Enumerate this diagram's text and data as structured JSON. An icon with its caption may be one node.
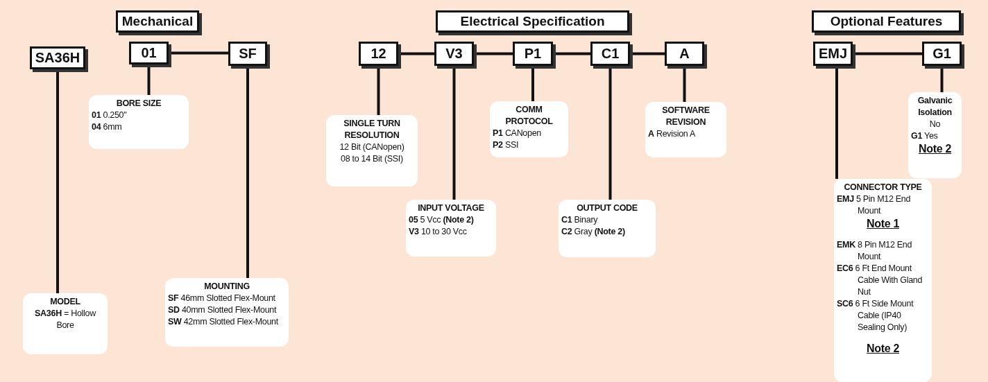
{
  "diagram": {
    "nodes": [
      {
        "text": [
          "Mechanical"
        ]
      },
      {
        "text": [
          "Electrical Specification"
        ]
      },
      {
        "text": [
          "Optional Features"
        ]
      },
      {
        "text": [
          "SA36H"
        ]
      },
      {
        "text": [
          "01"
        ]
      },
      {
        "text": [
          "SF"
        ]
      },
      {
        "text": [
          "12"
        ]
      },
      {
        "text": [
          "V3"
        ]
      },
      {
        "text": [
          "P1"
        ]
      },
      {
        "text": [
          "C1"
        ]
      },
      {
        "text": [
          "A"
        ]
      },
      {
        "text": [
          "EMJ"
        ]
      },
      {
        "text": [
          "G1"
        ]
      },
      {
        "text": [
          "MODEL",
          "**SA36H** = Hollow Bore"
        ]
      },
      {
        "text": [
          "BORE SIZE",
          "**01** 0.250\"",
          "**04** 6mm"
        ]
      },
      {
        "text": [
          "MOUNTING",
          "**SF** 46mm Slotted Flex-Mount",
          "**SD** 40mm Slotted Flex-Mount",
          "**SW** 42mm Slotted Flex-Mount"
        ]
      },
      {
        "text": [
          "SINGLE TURN RESOLUTION",
          "12 Bit (CANopen)",
          "08 to 14 Bit (SSI)"
        ]
      },
      {
        "text": [
          "INPUT VOLTAGE",
          "**05** 5 Vcc **(Note 2)**",
          "**V3** 10 to 30 Vcc"
        ]
      },
      {
        "text": [
          "COMM PROTOCOL",
          "**P1** CANopen",
          "**P2** SSI"
        ]
      },
      {
        "text": [
          "OUTPUT CODE",
          "**C1** Binary",
          "**C2** Gray **(Note 2)**"
        ]
      },
      {
        "text": [
          "SOFTWARE REVISION",
          "**A** Revision A"
        ]
      },
      {
        "text": [
          "CONNECTOR TYPE",
          "**EMJ** 5 Pin M12 End Mount",
          "Note 1",
          "**EMK** 8 Pin M12 End Mount",
          "**EC6** 6 Ft End Mount Cable With Gland Nut",
          "**SC6** 6 Ft Side Mount Cable (IP40 Sealing Only)",
          "Note 2"
        ]
      },
      {
        "text": [
          "Galvanic Isolation",
          "No",
          "**G1** Yes",
          "Note 2"
        ]
      }
    ],
    "edges": [
      {
        "from": 3,
        "to": 13,
        "arrow": "none"
      },
      {
        "from": 4,
        "to": 5,
        "arrow": "none"
      },
      {
        "from": 4,
        "to": 14,
        "arrow": "none"
      },
      {
        "from": 5,
        "to": 15,
        "arrow": "none"
      },
      {
        "from": 6,
        "to": 7,
        "arrow": "none"
      },
      {
        "from": 7,
        "to": 8,
        "arrow": "none"
      },
      {
        "from": 8,
        "to": 9,
        "arrow": "none"
      },
      {
        "from": 9,
        "to": 10,
        "arrow": "none"
      },
      {
        "from": 6,
        "to": 16,
        "arrow": "none"
      },
      {
        "from": 7,
        "to": 17,
        "arrow": "none"
      },
      {
        "from": 8,
        "to": 18,
        "arrow": "none"
      },
      {
        "from": 9,
        "to": 19,
        "arrow": "none"
      },
      {
        "from": 10,
        "to": 20,
        "arrow": "none"
      },
      {
        "from": 11,
        "to": 12,
        "arrow": "none"
      },
      {
        "from": 11,
        "to": 21,
        "arrow": "none"
      },
      {
        "from": 12,
        "to": 22,
        "arrow": "none"
      }
    ]
  }
}
